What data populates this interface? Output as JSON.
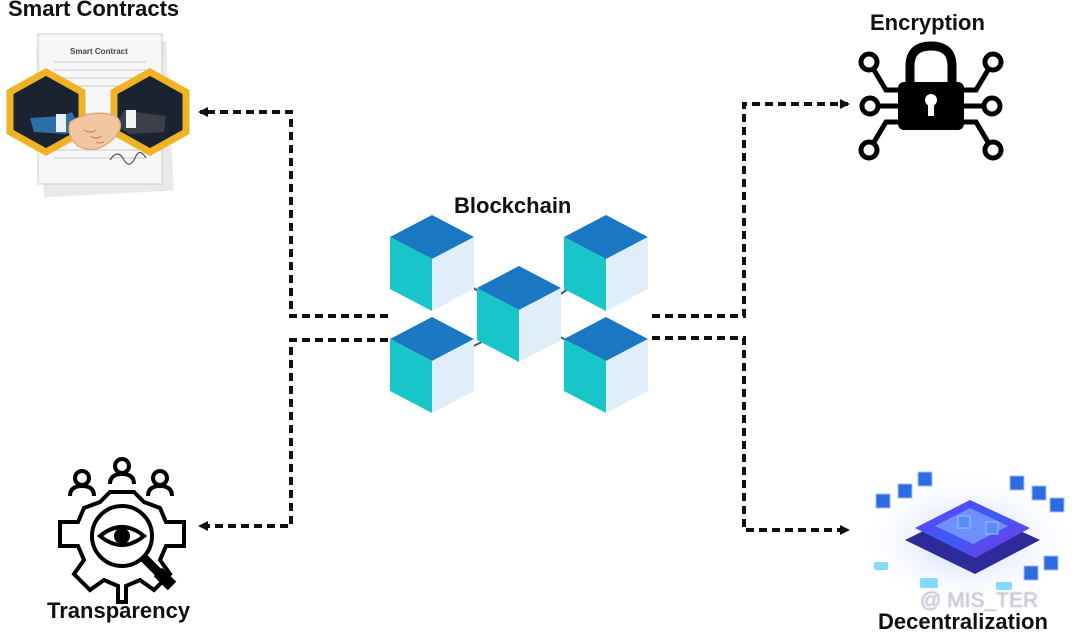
{
  "labels": {
    "smart_contracts": "Smart Contracts",
    "smart_contract_doc": "Smart Contract",
    "encryption": "Encryption",
    "blockchain": "Blockchain",
    "transparency": "Transparency",
    "decentralization": "Decentralization"
  },
  "watermark": "@ MIS_TER",
  "colors": {
    "cube_top": "#1a78c2",
    "cube_left": "#18c5c8",
    "cube_right": "#dfeef8",
    "arrow": "#111111",
    "hexagon_border": "#f0b323"
  },
  "icons": [
    "handshake-icon",
    "padlock-circuit-icon",
    "blockchain-cubes-icon",
    "transparency-gear-eye-icon",
    "decentralization-platform-icon"
  ]
}
